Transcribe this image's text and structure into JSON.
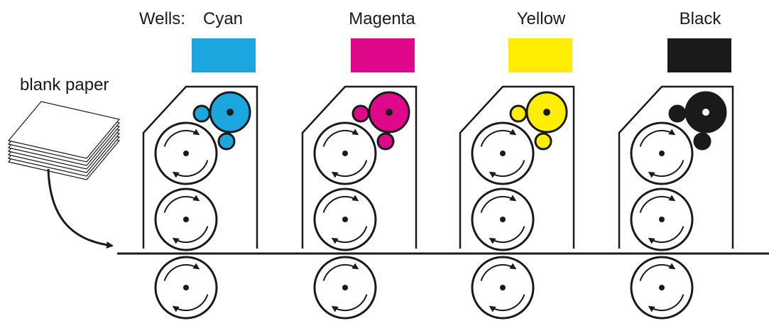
{
  "wells_label": "Wells:",
  "paper_label": "blank paper",
  "wells": [
    {
      "name": "Cyan",
      "color": "#1ba6e0"
    },
    {
      "name": "Magenta",
      "color": "#e0088a"
    },
    {
      "name": "Yellow",
      "color": "#ffee00"
    },
    {
      "name": "Black",
      "color": "#1a1a1a"
    }
  ],
  "icons": {
    "roller": "roller-icon",
    "arrow": "curved-arrow-icon",
    "paper": "paper-stack-icon"
  }
}
